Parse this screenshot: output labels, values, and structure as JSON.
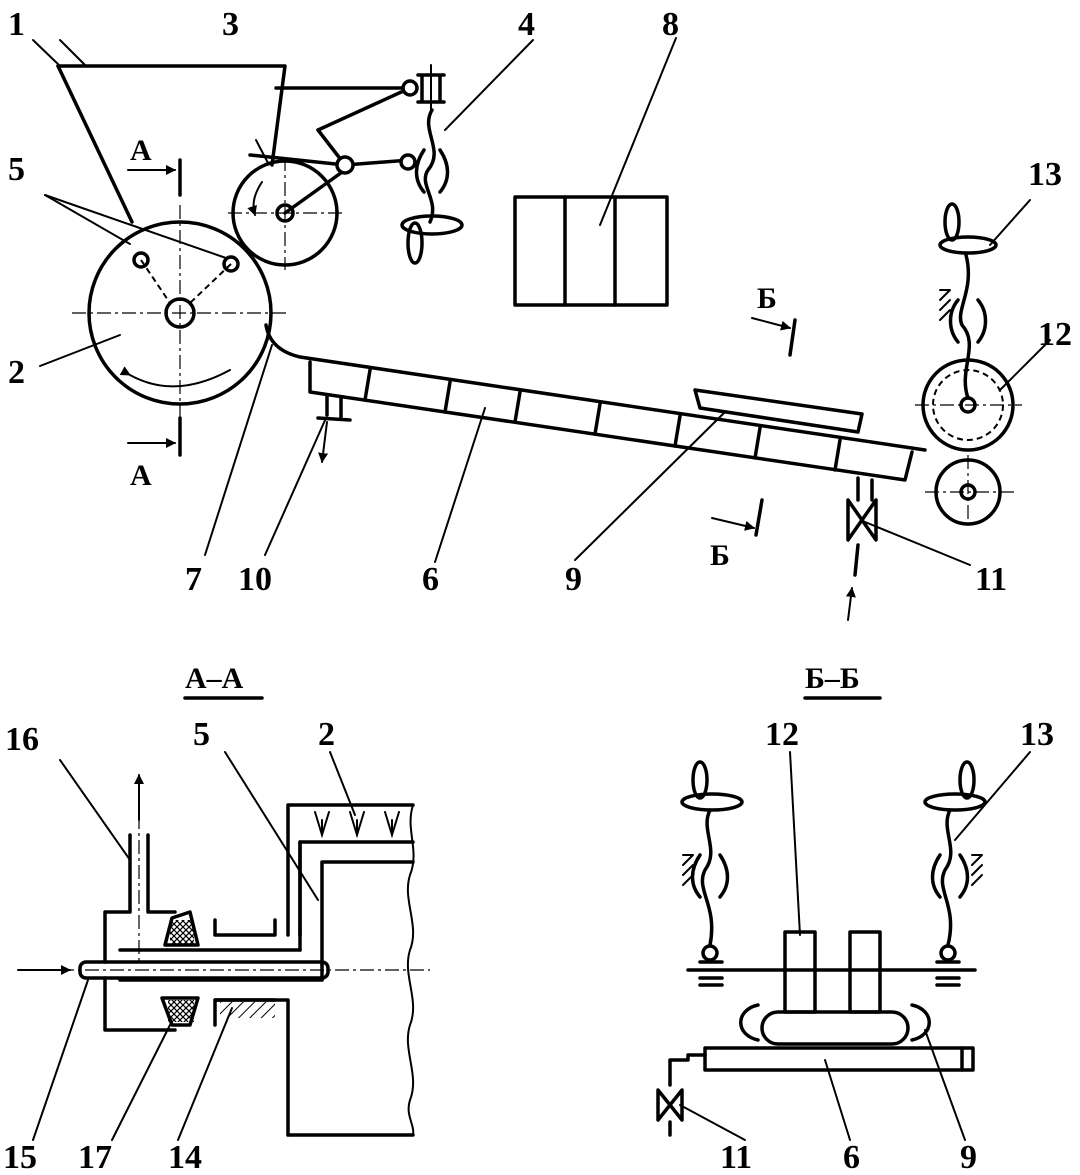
{
  "labels": {
    "l1": "1",
    "l2": "2",
    "l3": "3",
    "l4": "4",
    "l5": "5",
    "l6": "6",
    "l7": "7",
    "l8": "8",
    "l9": "9",
    "l10": "10",
    "l11": "11",
    "l12": "12",
    "l13": "13",
    "s16": "16",
    "s5": "5",
    "s2": "2",
    "s15": "15",
    "s17": "17",
    "s14": "14",
    "b12": "12",
    "b13": "13",
    "b11": "11",
    "b6": "6",
    "b9": "9"
  },
  "cut_marks": {
    "a": "А",
    "b": "Б"
  },
  "section_titles": {
    "aa": "А–А",
    "bb": "Б–Б"
  }
}
